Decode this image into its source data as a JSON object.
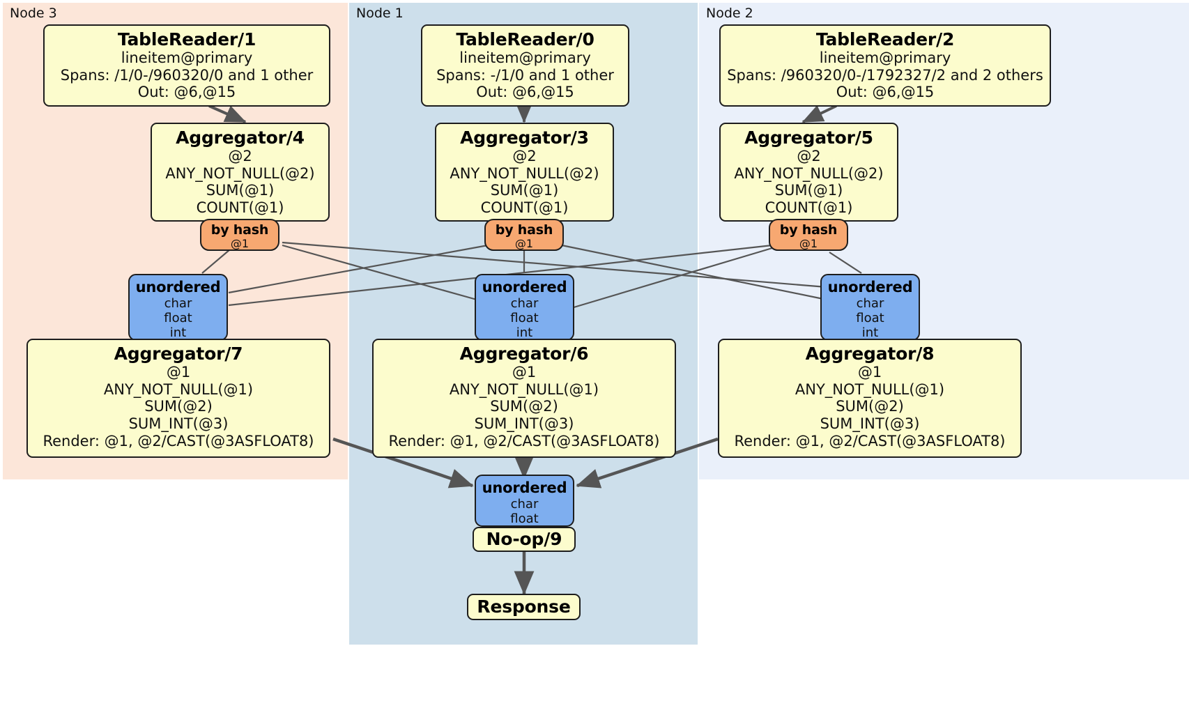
{
  "diagram": {
    "type": "distributed-query-plan",
    "title": "",
    "colors": {
      "node3_panel": "#fce6d9",
      "node1_panel": "#cddfeb",
      "node2_panel": "#eaf0fa",
      "processor_fill": "#fcfccd",
      "processor_stroke": "#1d1d1d",
      "stream_fill": "#7eaeef",
      "router_fill": "#f7a871",
      "edge_color": "#555555"
    }
  },
  "nodes": [
    {
      "id": "node3",
      "label": "Node 3"
    },
    {
      "id": "node1",
      "label": "Node 1"
    },
    {
      "id": "node2",
      "label": "Node 2"
    }
  ],
  "processors": {
    "table_reader_1": {
      "title": "TableReader/1",
      "lines": [
        "lineitem@primary",
        "Spans: /1/0-/960320/0 and 1 other",
        "Out: @6,@15"
      ]
    },
    "table_reader_0": {
      "title": "TableReader/0",
      "lines": [
        "lineitem@primary",
        "Spans: -/1/0 and 1 other",
        "Out: @6,@15"
      ]
    },
    "table_reader_2": {
      "title": "TableReader/2",
      "lines": [
        "lineitem@primary",
        "Spans: /960320/0-/1792327/2 and 2 others",
        "Out: @6,@15"
      ]
    },
    "aggregator_4": {
      "title": "Aggregator/4",
      "lines": [
        "@2",
        "ANY_NOT_NULL(@2)",
        "SUM(@1)",
        "COUNT(@1)"
      ]
    },
    "aggregator_3": {
      "title": "Aggregator/3",
      "lines": [
        "@2",
        "ANY_NOT_NULL(@2)",
        "SUM(@1)",
        "COUNT(@1)"
      ]
    },
    "aggregator_5": {
      "title": "Aggregator/5",
      "lines": [
        "@2",
        "ANY_NOT_NULL(@2)",
        "SUM(@1)",
        "COUNT(@1)"
      ]
    },
    "aggregator_7": {
      "title": "Aggregator/7",
      "lines": [
        "@1",
        "ANY_NOT_NULL(@1)",
        "SUM(@2)",
        "SUM_INT(@3)",
        "Render: @1, @2/CAST(@3ASFLOAT8)"
      ]
    },
    "aggregator_6": {
      "title": "Aggregator/6",
      "lines": [
        "@1",
        "ANY_NOT_NULL(@1)",
        "SUM(@2)",
        "SUM_INT(@3)",
        "Render: @1, @2/CAST(@3ASFLOAT8)"
      ]
    },
    "aggregator_8": {
      "title": "Aggregator/8",
      "lines": [
        "@1",
        "ANY_NOT_NULL(@1)",
        "SUM(@2)",
        "SUM_INT(@3)",
        "Render: @1, @2/CAST(@3ASFLOAT8)"
      ]
    },
    "noop_9": {
      "title": "No-op/9",
      "lines": []
    },
    "response": {
      "title": "Response",
      "lines": []
    }
  },
  "routers": {
    "by_hash_left": {
      "title": "by hash",
      "lines": [
        "@1"
      ]
    },
    "by_hash_center": {
      "title": "by hash",
      "lines": [
        "@1"
      ]
    },
    "by_hash_right": {
      "title": "by hash",
      "lines": [
        "@1"
      ]
    }
  },
  "streams": {
    "unordered_left": {
      "title": "unordered",
      "lines": [
        "char",
        "float",
        "int"
      ]
    },
    "unordered_center": {
      "title": "unordered",
      "lines": [
        "char",
        "float",
        "int"
      ]
    },
    "unordered_right": {
      "title": "unordered",
      "lines": [
        "char",
        "float",
        "int"
      ]
    },
    "unordered_final": {
      "title": "unordered",
      "lines": [
        "char",
        "float"
      ]
    }
  }
}
